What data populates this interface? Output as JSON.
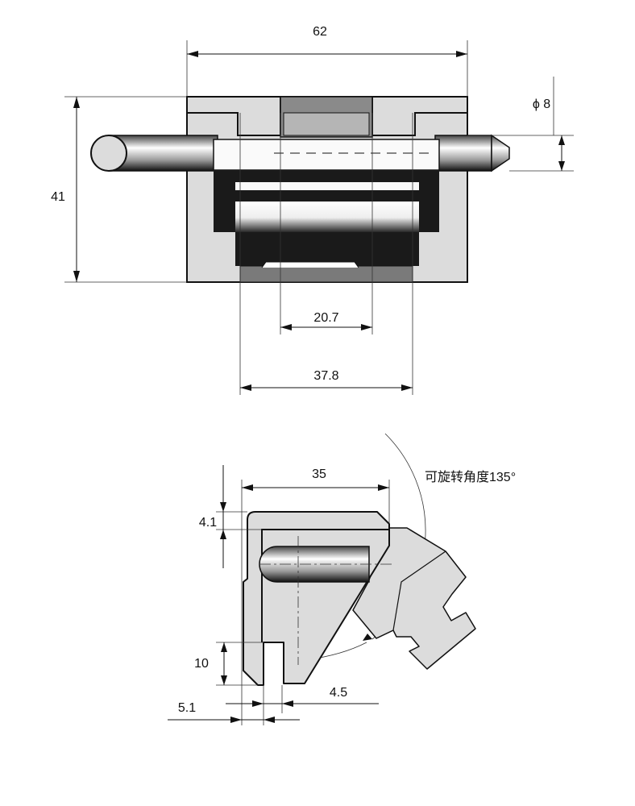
{
  "top_view": {
    "dim_width": "62",
    "dim_height": "41",
    "dim_pin_diameter": "ϕ 8",
    "dim_inner_width": "20.7",
    "dim_base_width": "37.8"
  },
  "side_view": {
    "dim_width": "35",
    "dim_top_thickness": "4.1",
    "dim_slot_depth": "10",
    "dim_wall": "5.1",
    "dim_slot_width": "4.5",
    "rotation_note": "可旋转角度135°"
  },
  "colors": {
    "body": "#dcdcdc",
    "dark": "#1a1a1a",
    "mid": "#8a8a8a"
  }
}
